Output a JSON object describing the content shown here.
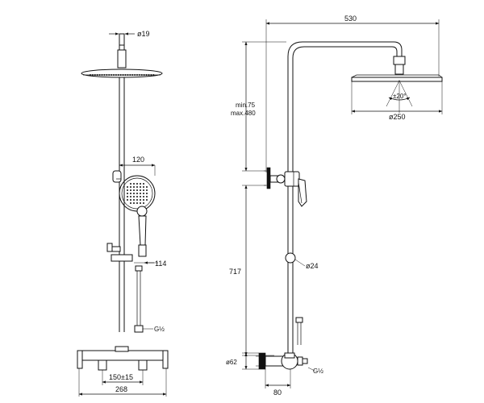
{
  "front_view": {
    "pipe_diameter": "ø19",
    "handshower_width": "120",
    "slider_offset": "114",
    "hose_thread": "G½",
    "inlet_spacing": "150±15",
    "mixer_width": "268"
  },
  "side_view": {
    "overall_reach": "530",
    "adjust_range_min": "min.75",
    "adjust_range_max": "max.480",
    "tilt_angle": "±20°",
    "head_diameter": "ø250",
    "rail_diameter": "ø24",
    "rail_height": "717",
    "inlet_diameter": "ø62",
    "inlet_thread": "G½",
    "wall_offset": "80"
  }
}
